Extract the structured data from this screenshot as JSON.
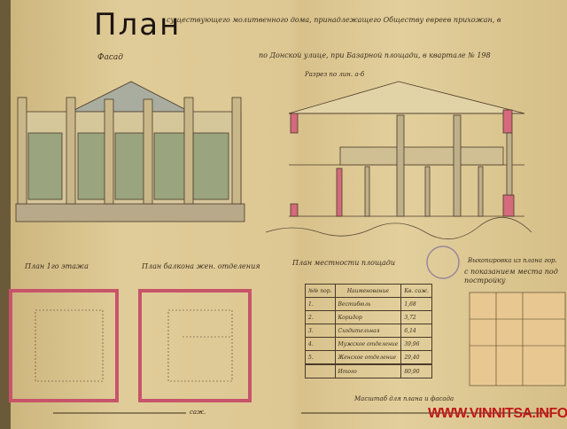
{
  "title": {
    "heading": "План",
    "line1": "существующего молитвенного дома, принадлежащего Обществу евреев прихожан, в",
    "line2": "по Донской улице, при Базарной площади, в квартале № 198"
  },
  "labels": {
    "facade": "Фасад",
    "section": "Разрез по лин. а-б",
    "plan_floor1": "План 1го этажа",
    "plan_balcony": "План балкона жен. отделения",
    "site_plan": "План местности площади",
    "city_extract": "Выкопировка из плана гор.",
    "city_extract_sub": "с показанием места под постройку",
    "scale": "Масштаб для плана и фасада",
    "scale_unit": "саж."
  },
  "area_table": {
    "headers": [
      "№№ пор.",
      "Наименование",
      "Кв. саж."
    ],
    "rows": [
      {
        "n": "1.",
        "name": "Вестибюль",
        "area": "1,68"
      },
      {
        "n": "2.",
        "name": "Коридор",
        "area": "3,72"
      },
      {
        "n": "3.",
        "name": "Сходительная",
        "area": "6,14"
      },
      {
        "n": "4.",
        "name": "Мужское отделение",
        "area": "39,96"
      },
      {
        "n": "5.",
        "name": "Женское отделение",
        "area": "29,40"
      }
    ],
    "total_label": "Итого",
    "total": "80,90"
  },
  "watermark": "WWW.VINNITSA.INFO",
  "colors": {
    "paper": "#ddc894",
    "ink": "#3a2c1c",
    "red_wash": "#c8546a",
    "watermark": "#c01818"
  }
}
